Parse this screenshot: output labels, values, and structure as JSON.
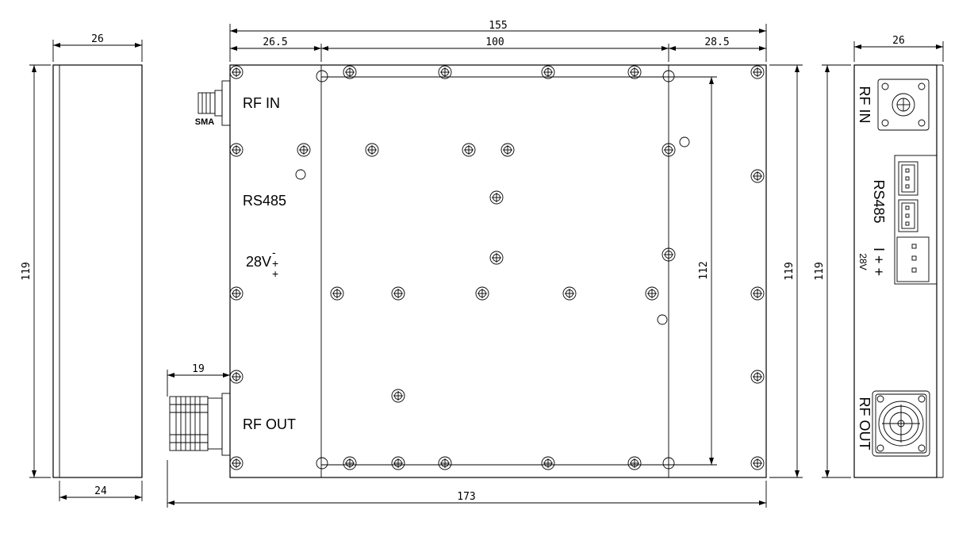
{
  "dimensions": {
    "left_width": "26",
    "left_bottom": "24",
    "left_height": "119",
    "total_width": "155",
    "seg_left": "26.5",
    "seg_mid": "100",
    "seg_right": "28.5",
    "inner_height": "112",
    "main_height": "119",
    "right_height": "119",
    "right_width": "26",
    "connector_len": "19",
    "overall_len": "173"
  },
  "labels": {
    "rf_in": "RF IN",
    "sma": "SMA",
    "rs485": "RS485",
    "v28": "28V",
    "minus": "-",
    "plus": "+",
    "rf_out": "RF OUT",
    "side_rf_in": "RF IN",
    "side_rs485": "RS485",
    "side_polarity": "I + +",
    "side_28v": "28V",
    "side_rf_out": "RF OUT"
  }
}
